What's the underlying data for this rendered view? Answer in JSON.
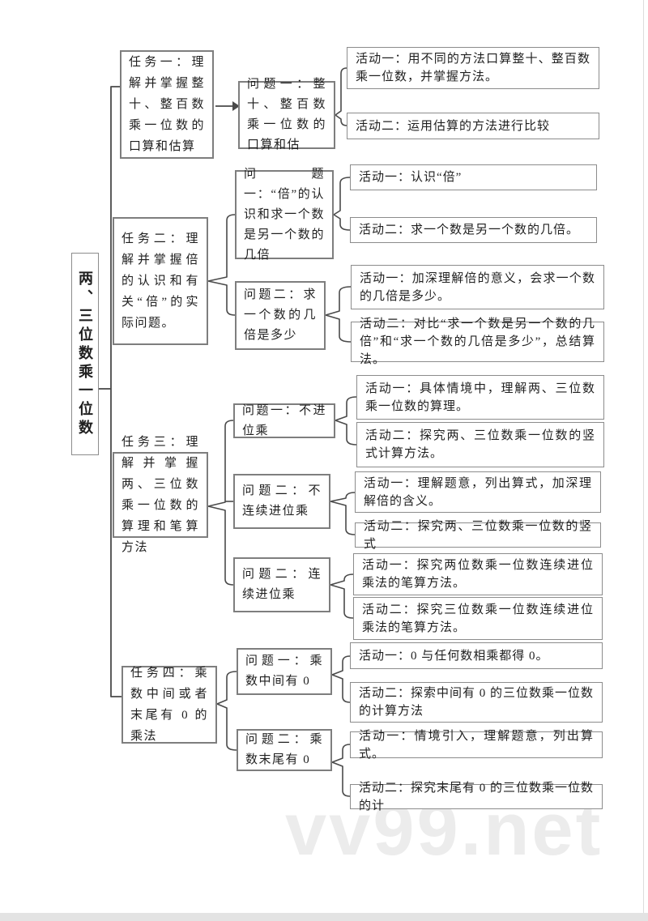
{
  "page": {
    "watermark": "vv99.net"
  },
  "colors": {
    "box_border": "#7e7e7e",
    "activity_border": "#8c8c8c",
    "line": "#4a4a4a",
    "text": "#1f1f1f",
    "watermark": "#ececec"
  },
  "tree": {
    "root_label": "两、三位数乘一位数",
    "tasks": [
      {
        "label": "任务一：理解并掌握整十、整百数乘一位数的口算和估算",
        "problems": [
          {
            "label": "问题一：整十、整百数乘一位数的口算和估",
            "activities": [
              "活动一：用不同的方法口算整十、整百数乘一位数，并掌握方法。",
              "活动二：运用估算的方法进行比较"
            ]
          }
        ]
      },
      {
        "label": "任务二：理解并掌握倍的认识和有关“倍”的实际问题。",
        "problems": [
          {
            "label": "问题一：“倍”的认识和求一个数是另一个数的几倍",
            "activities": [
              "活动一：认识“倍”",
              "活动二：求一个数是另一个数的几倍。"
            ]
          },
          {
            "label": "问题二：求一个数的几倍是多少",
            "activities": [
              "活动一：加深理解倍的意义，会求一个数的几倍是多少。",
              "活动二：对比“求一个数是另一个数的几倍”和“求一个数的几倍是多少”，总结算法。"
            ]
          }
        ]
      },
      {
        "label": "任务三：理解并掌握两、三位数乘一位数的算理和笔算方法",
        "problems": [
          {
            "label": "问题一：不进位乘",
            "activities": [
              "活动一：具体情境中，理解两、三位数乘一位数的算理。",
              "活动二：探究两、三位数乘一位数的竖式计算方法。"
            ]
          },
          {
            "label": "问题二：不连续进位乘",
            "activities": [
              "活动一：理解题意，列出算式，加深理解倍的含义。",
              "活动二：探究两、三位数乘一位数的竖式"
            ]
          },
          {
            "label": "问题二：连续进位乘",
            "activities": [
              "活动一：探究两位数乘一位数连续进位乘法的笔算方法。",
              "活动二：探究三位数乘一位数连续进位乘法的笔算方法。"
            ]
          }
        ]
      },
      {
        "label": "任务四：乘数中间或者末尾有 0 的乘法",
        "problems": [
          {
            "label": "问题一：乘数中间有 0",
            "activities": [
              "活动一：0 与任何数相乘都得 0。",
              "活动二：探索中间有 0 的三位数乘一位数的计算方法"
            ]
          },
          {
            "label": "问题二：乘数末尾有 0",
            "activities": [
              "活动一：情境引入，理解题意，列出算式。",
              "活动二：探究末尾有 0 的三位数乘一位数的计"
            ]
          }
        ]
      }
    ]
  }
}
